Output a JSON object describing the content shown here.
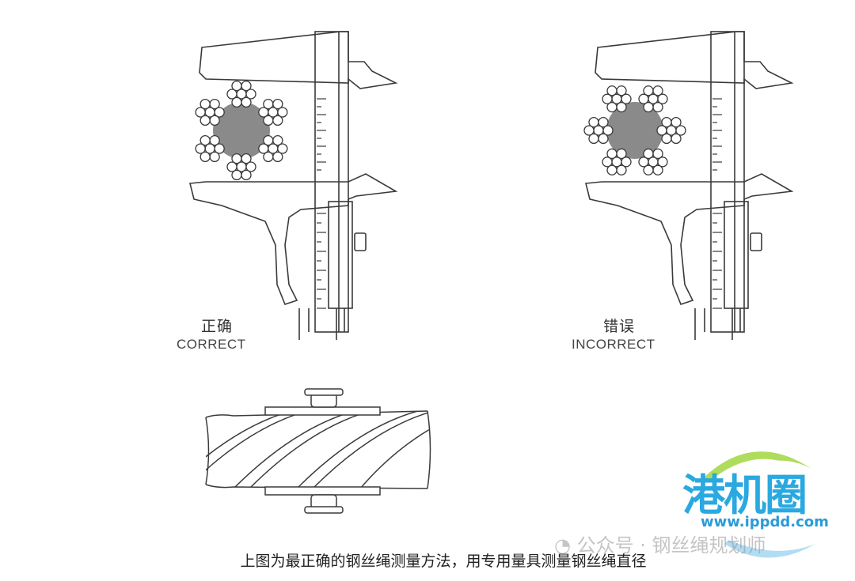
{
  "figures": {
    "correct": {
      "label_cn": "正确",
      "label_en": "CORRECT"
    },
    "incorrect": {
      "label_cn": "错误",
      "label_en": "INCORRECT"
    }
  },
  "caption": "上图为最正确的钢丝绳测量方法，用专用量具测量钢丝绳直径",
  "watermark": "公众号 · 钢丝绳规划师",
  "logo": {
    "text": "港机圈",
    "url": "www.ippdd.com"
  },
  "colors": {
    "line": "#3a3a3a",
    "core": "#8a8a8a",
    "logo_blue": "#29a9e0",
    "logo_green": "#a6d84a"
  }
}
